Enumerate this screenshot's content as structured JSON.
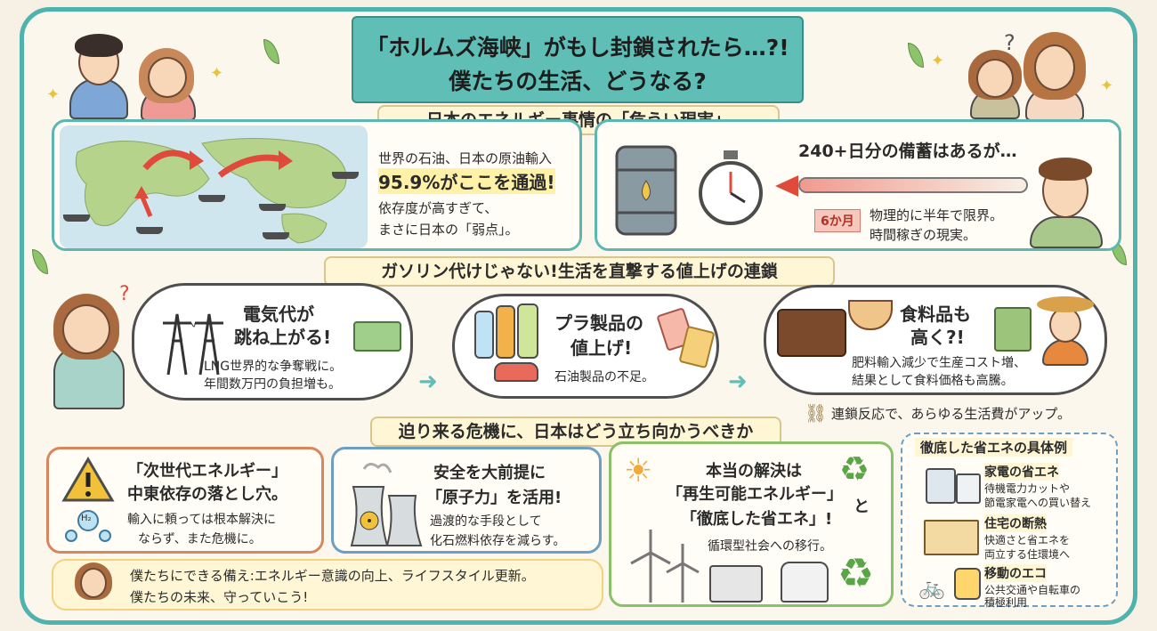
{
  "title": {
    "line1": "「ホルムズ海峡」がもし封鎖されたら…?!",
    "line2": "僕たちの生活、どうなる?"
  },
  "section1": {
    "header": "日本のエネルギー事情の「危うい現実」",
    "map_text": {
      "line1": "世界の石油、日本の原油輸入",
      "line2": "95.9%がここを通過!",
      "line3": "依存度が高すぎて、",
      "line4": "まさに日本の「弱点」。"
    },
    "reserve": {
      "headline": "240+日分の備蓄はあるが…",
      "tag": "6か月",
      "line1": "物理的に半年で限界。",
      "line2": "時間稼ぎの現実。"
    }
  },
  "section2": {
    "header": "ガソリン代けじゃない!生活を直撃する値上げの連鎖",
    "electric": {
      "title1": "電気代が",
      "title2": "跳ね上がる!",
      "line1": "LNG世界的な争奪戦に。",
      "line2": "年間数万円の負担増も。"
    },
    "plastic": {
      "title1": "プラ製品の",
      "title2": "値上げ!",
      "line1": "石油製品の不足。"
    },
    "food": {
      "title1": "食料品も",
      "title2": "高く?!",
      "line1": "肥料輸入減少で生産コスト増、",
      "line2": "結果として食料価格も高騰。"
    },
    "chain": "連鎖反応で、あらゆる生活費がアップ。"
  },
  "section3": {
    "header": "迫り来る危機に、日本はどう立ち向かうべきか",
    "next_gen": {
      "title1": "「次世代エネルギー」",
      "title2": "中東依存の落とし穴。",
      "line1": "輸入に頼っては根本解決に",
      "line2": "ならず、また危機に。",
      "h2": "H₂"
    },
    "nuclear": {
      "title1": "安全を大前提に",
      "title2": "「原子力」を活用!",
      "line1": "過渡的な手段として",
      "line2": "化石燃料依存を減らす。"
    },
    "solution": {
      "title1": "本当の解決は",
      "title2": "「再生可能エネルギー」",
      "title3": "「徹底した省エネ」!",
      "and": "と",
      "line1": "循環型社会への移行。"
    },
    "prep": {
      "line1": "僕たちにできる備え:エネルギー意識の向上、ライフスタイル更新。",
      "line2": "僕たちの未来、守っていこう!"
    }
  },
  "examples": {
    "header": "徹底した省エネの具体例",
    "items": [
      {
        "title": "家電の省エネ",
        "line1": "待機電力カットや",
        "line2": "節電家電への買い替え"
      },
      {
        "title": "住宅の断熱",
        "line1": "快適さと省エネを",
        "line2": "両立する住環境へ"
      },
      {
        "title": "移動のエコ",
        "line1": "公共交通や自転車の",
        "line2": "積極利用"
      }
    ]
  },
  "colors": {
    "frame": "#4fb3ad",
    "banner": "#5fbeb5",
    "accent_red": "#e04a3a",
    "highlight": "#fff6d6"
  }
}
